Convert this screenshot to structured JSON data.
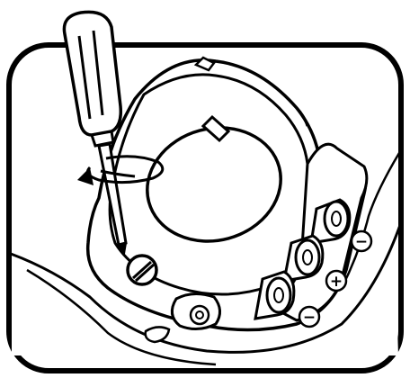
{
  "illustration": {
    "polarity_marks": [
      {
        "id": "top",
        "symbol": "−"
      },
      {
        "id": "middle",
        "symbol": "+"
      },
      {
        "id": "bottom",
        "symbol": "−"
      }
    ],
    "battery_count": 3,
    "colors": {
      "line": "#000000",
      "fill": "#ffffff"
    },
    "icons": [
      "screwdriver-icon",
      "rotation-arrow-icon",
      "battery-icon",
      "screw-icon"
    ]
  }
}
